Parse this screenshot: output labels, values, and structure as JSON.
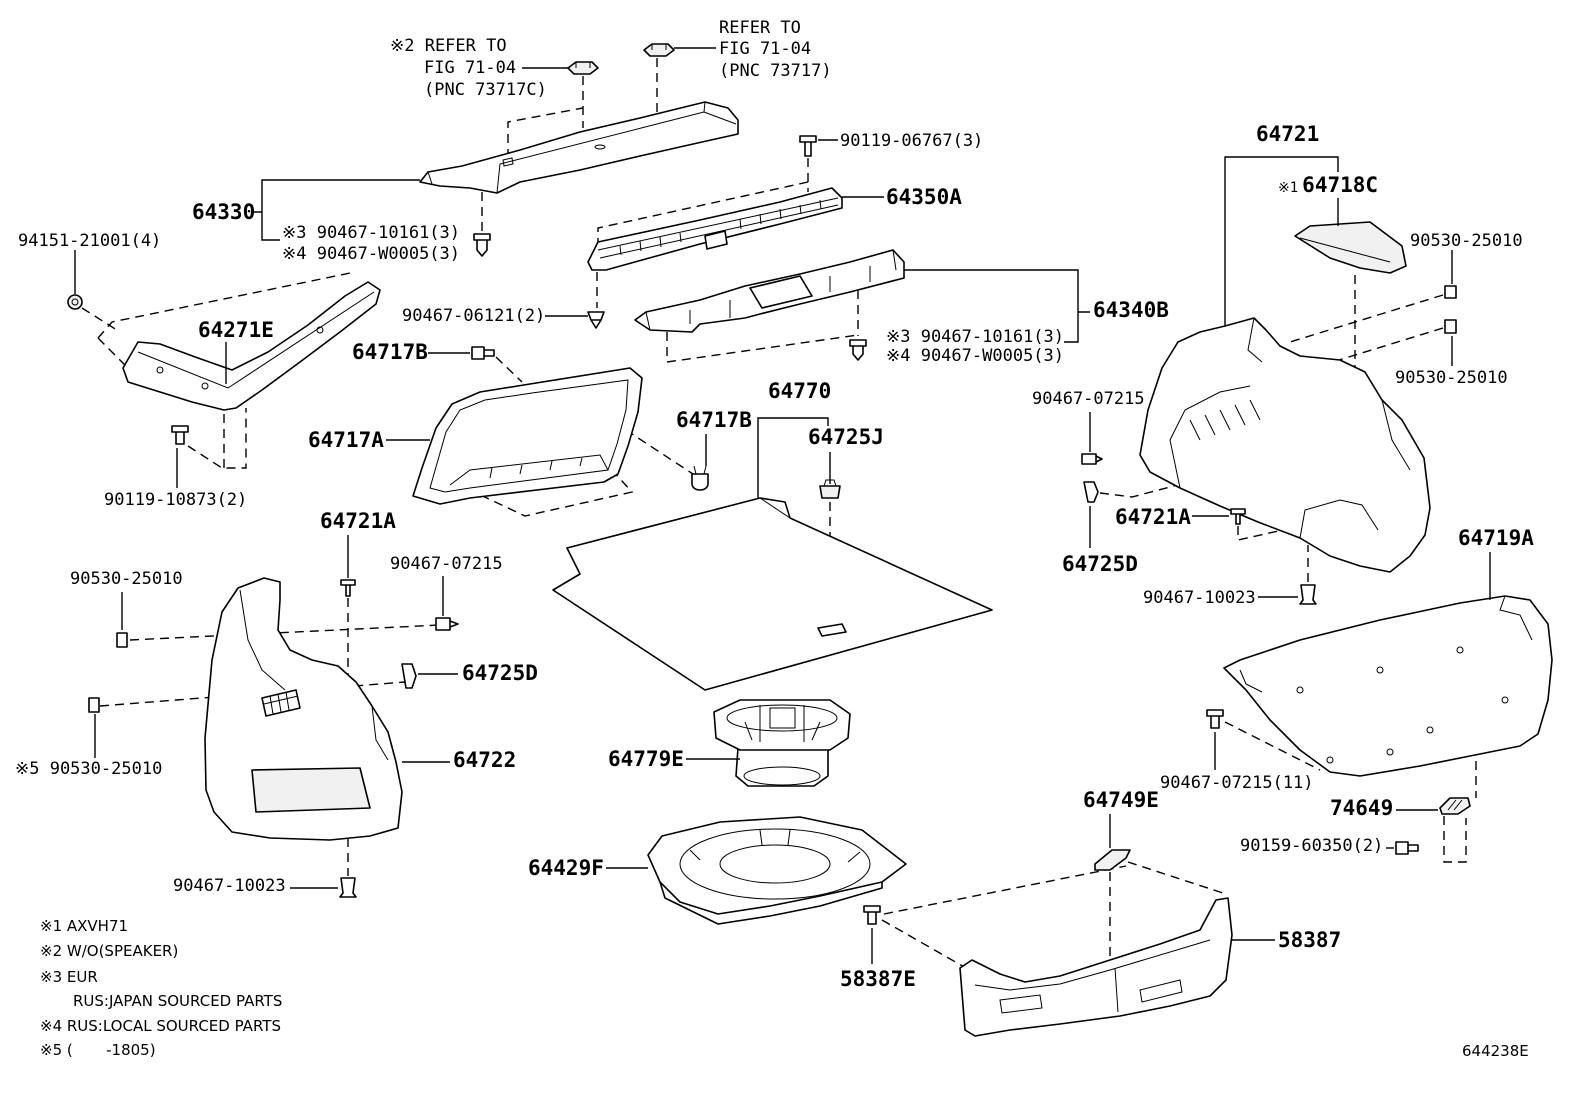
{
  "figure_code": "644238E",
  "references": {
    "speaker_clip": {
      "line1": "※2 REFER TO",
      "line2": "FIG 71-04",
      "line3": "(PNC 73717C)"
    },
    "tray_clip": {
      "line1": "REFER TO",
      "line2": "FIG 71-04",
      "line3": "(PNC 73717)"
    }
  },
  "callouts": {
    "screw_90119_06767": "90119-06767(3)",
    "part_64330": "64330",
    "clip_64330_eur": "※3 90467-10161(3)",
    "clip_64330_rus": "※4 90467-W0005(3)",
    "part_64350A": "64350A",
    "screw_94151_21001": "94151-21001(4)",
    "part_64271E": "64271E",
    "clip_90467_06121": "90467-06121(2)",
    "part_64340B": "64340B",
    "clip_64340B_eur": "※3 90467-10161(3)",
    "clip_64340B_rus": "※4 90467-W0005(3)",
    "part_64717B_left": "64717B",
    "part_64717A": "64717A",
    "part_64717B_right": "64717B",
    "part_64770": "64770",
    "part_64725J": "64725J",
    "screw_90119_10873": "90119-10873(2)",
    "part_64721": "64721",
    "part_64718C_marker": "※1",
    "part_64718C": "64718C",
    "clip_90530_right_upper": "90530-25010",
    "clip_90530_right_lower": "90530-25010",
    "clip_90467_07215_right": "90467-07215",
    "part_64721A_right": "64721A",
    "part_64725D_right": "64725D",
    "clip_90467_10023_right": "90467-10023",
    "part_64719A": "64719A",
    "part_64721A_left": "64721A",
    "clip_90467_07215_left": "90467-07215",
    "clip_90530_left": "90530-25010",
    "part_64725D_left": "64725D",
    "part_64722": "64722",
    "clip_90530_left_s5": "※5 90530-25010",
    "part_64779E": "64779E",
    "clip_90467_07215_11": "90467-07215(11)",
    "part_74649": "74649",
    "part_64749E": "64749E",
    "screw_90159_60350": "90159-60350(2)",
    "part_64429F": "64429F",
    "clip_90467_10023_left": "90467-10023",
    "part_58387": "58387",
    "part_58387E": "58387E"
  },
  "notes": [
    "※1 AXVH71",
    "※2 W/O(SPEAKER)",
    "※3 EUR",
    "RUS:JAPAN SOURCED PARTS",
    "※4 RUS:LOCAL SOURCED PARTS",
    "※5 (       -1805)"
  ]
}
